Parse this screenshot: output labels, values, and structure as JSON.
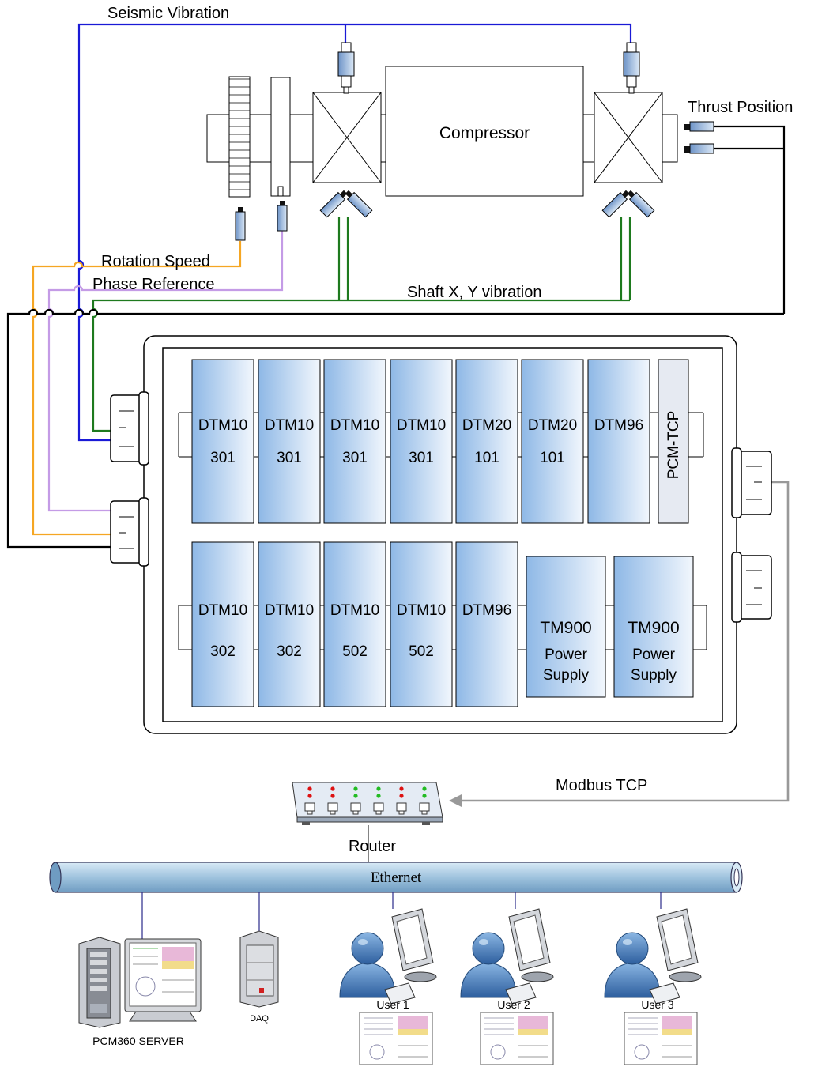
{
  "labels": {
    "seismic": "Seismic Vibration",
    "thrust": "Thrust Position",
    "compressor": "Compressor",
    "rotation": "Rotation Speed",
    "phase": "Phase Reference",
    "shaft": "Shaft X, Y vibration",
    "modbus": "Modbus TCP",
    "router": "Router",
    "ethernet": "Ethernet",
    "server": "PCM360 SERVER",
    "daq": "DAQ",
    "user1": "User 1",
    "user2": "User 2",
    "user3": "User 3"
  },
  "rack": {
    "top_modules": [
      {
        "name": "DTM10",
        "sub": "301"
      },
      {
        "name": "DTM10",
        "sub": "301"
      },
      {
        "name": "DTM10",
        "sub": "301"
      },
      {
        "name": "DTM10",
        "sub": "301"
      },
      {
        "name": "DTM20",
        "sub": "101"
      },
      {
        "name": "DTM20",
        "sub": "101"
      },
      {
        "name": "DTM96",
        "sub": ""
      }
    ],
    "pcm": "PCM-TCP",
    "bottom_modules": [
      {
        "name": "DTM10",
        "sub": "302"
      },
      {
        "name": "DTM10",
        "sub": "302"
      },
      {
        "name": "DTM10",
        "sub": "502"
      },
      {
        "name": "DTM10",
        "sub": "502"
      },
      {
        "name": "DTM96",
        "sub": ""
      }
    ],
    "power_supplies": [
      {
        "name": "TM900",
        "line1": "Power",
        "line2": "Supply"
      },
      {
        "name": "TM900",
        "line1": "Power",
        "line2": "Supply"
      }
    ]
  },
  "colors": {
    "seismic": "#1a1ad6",
    "rotation": "#f5a623",
    "phase": "#c49be6",
    "shaft": "#1e7a1e",
    "modbus": "#999999",
    "module_dark": "#8eb8e6",
    "module_light": "#f2f7fd",
    "pipe": "#a8c8e0"
  }
}
